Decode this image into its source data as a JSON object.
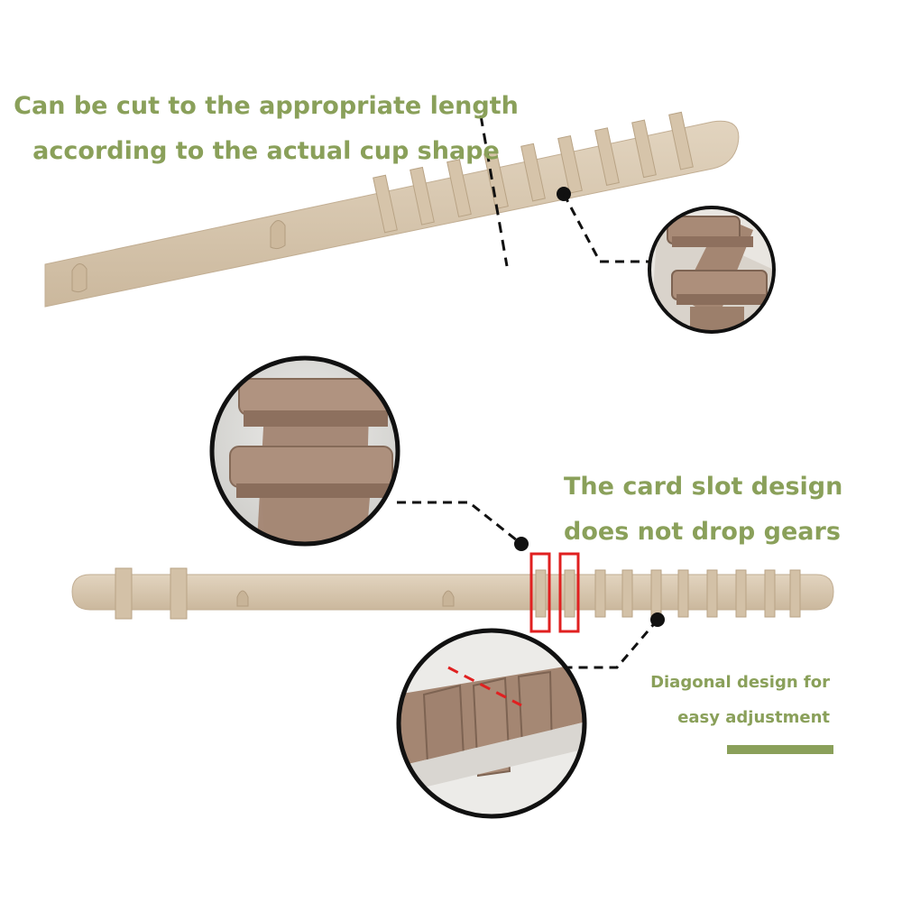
{
  "captions": {
    "cut_length": {
      "line1": "Can be cut to the appropriate length",
      "line2": "according to the actual cup shape"
    },
    "card_slot": {
      "line1": "The card slot design",
      "line2": "does not drop gears"
    },
    "diagonal": {
      "line1": "Diagonal design for",
      "line2": "easy adjustment"
    }
  },
  "colors": {
    "strap": "#d8c8b0",
    "strap_shade": "#c9b79b",
    "closeup_tan": "#a88a76",
    "closeup_dark": "#7d6352",
    "caption_green": "#8aa05a",
    "highlight_red": "#e02020",
    "leader_line": "#111111"
  },
  "icons": {
    "cut_marker": "dashed-cut-line",
    "slot_marker": "red-rectangle-highlight",
    "diagonal_marker": "red-dashed-line"
  }
}
